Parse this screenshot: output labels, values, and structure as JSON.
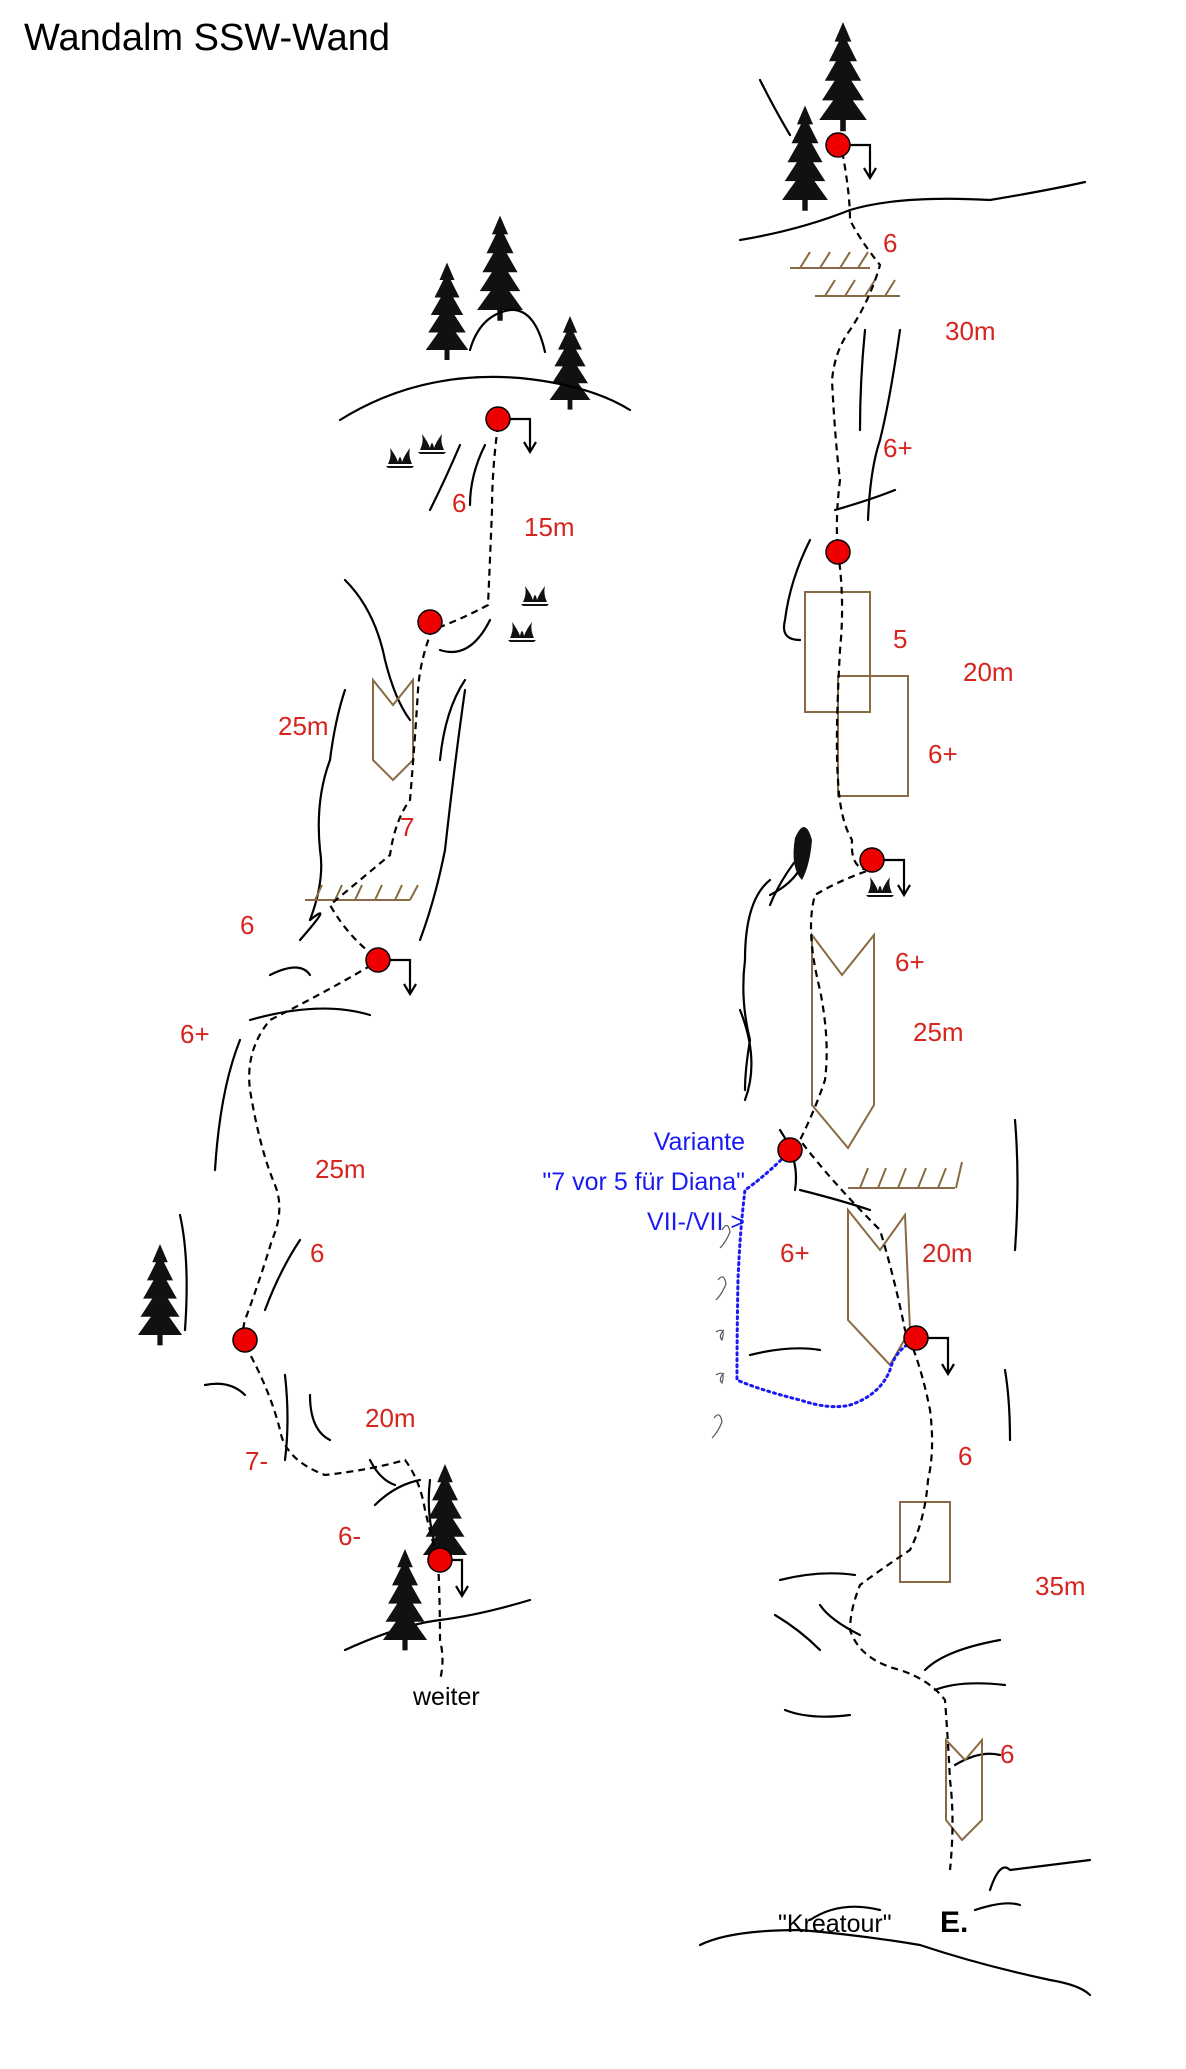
{
  "title": "Wandalm SSW-Wand",
  "colors": {
    "grade_label": "#d6251e",
    "belay": "#ee0000",
    "variant": "#1a1af5",
    "feature": "#8a6a44"
  },
  "left_route": {
    "labels": {
      "g_top": "6",
      "len_top": "15m",
      "len_p2": "25m",
      "g_p2": "7",
      "g_p3a": "6",
      "g_p3b": "6+",
      "len_p3": "25m",
      "g_p4": "6",
      "len_p4": "20m",
      "g_p4b": "7-",
      "g_p5": "6-"
    },
    "continue_label": "weiter"
  },
  "right_route": {
    "labels": {
      "g_p1": "6",
      "len_p1": "30m",
      "g_p1b": "6+",
      "g_p2": "5",
      "len_p2": "20m",
      "g_p2b": "6+",
      "g_p3": "6+",
      "len_p3": "25m",
      "g_p4": "6+",
      "len_p4": "20m",
      "g_p5": "6",
      "len_p5": "35m",
      "g_p6": "6"
    },
    "route_name": "\"Kreatour\"",
    "start_label": "E."
  },
  "variant": {
    "line1": "Variante",
    "line2": "\"7 vor 5 für Diana\"",
    "line3": "VII-/VII >"
  }
}
